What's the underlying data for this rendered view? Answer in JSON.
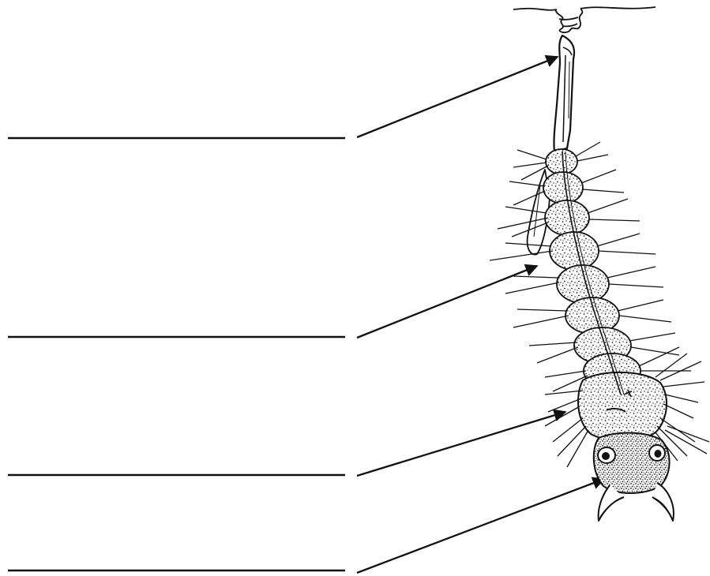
{
  "diagram": {
    "label_blanks": [
      {
        "id": "blank-1",
        "text": ""
      },
      {
        "id": "blank-2",
        "text": ""
      },
      {
        "id": "blank-3",
        "text": ""
      },
      {
        "id": "blank-4",
        "text": ""
      }
    ],
    "colors": {
      "ink": "#111111",
      "paper": "#ffffff"
    }
  }
}
